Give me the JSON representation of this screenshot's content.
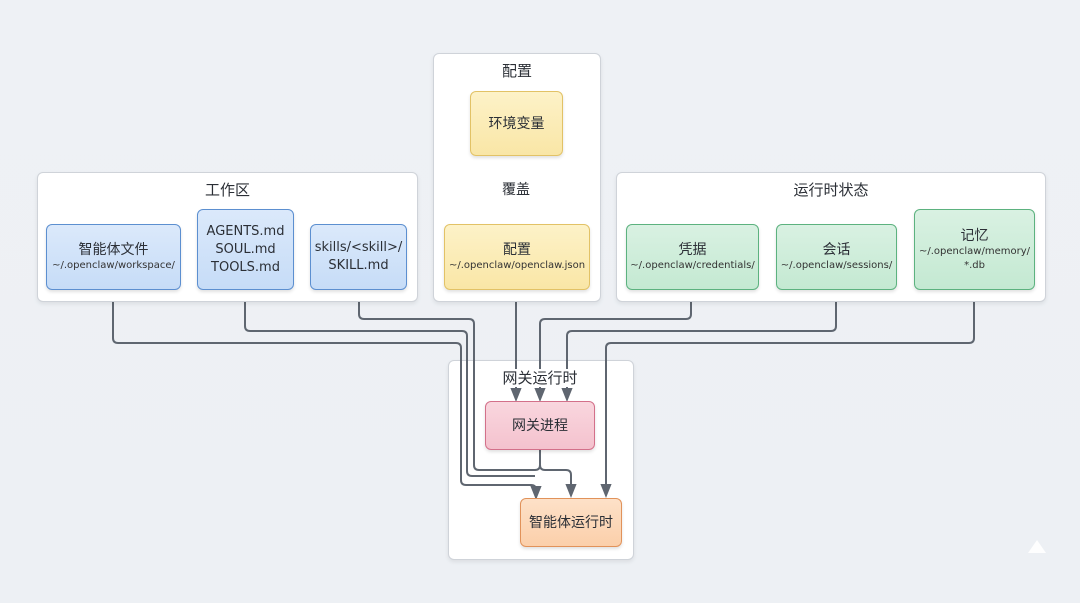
{
  "groups": {
    "workspace": {
      "title": "工作区",
      "nodes": [
        {
          "title": "智能体文件",
          "subtitle": "~/.openclaw/workspace/"
        },
        {
          "lines": [
            "AGENTS.md",
            "SOUL.md",
            "TOOLS.md"
          ]
        },
        {
          "lines": [
            "skills/<skill>/",
            "SKILL.md"
          ]
        }
      ]
    },
    "config": {
      "title": "配置",
      "nodes": [
        {
          "title": "环境变量"
        },
        {
          "title": "配置",
          "subtitle": "~/.openclaw/openclaw.json"
        }
      ],
      "edge_label": "覆盖"
    },
    "runtime_state": {
      "title": "运行时状态",
      "nodes": [
        {
          "title": "凭据",
          "subtitle": "~/.openclaw/credentials/"
        },
        {
          "title": "会话",
          "subtitle": "~/.openclaw/sessions/"
        },
        {
          "title": "记忆",
          "subtitle_lines": [
            "~/.openclaw/memory/",
            "*.db"
          ]
        }
      ]
    },
    "gateway_runtime": {
      "title": "网关运行时",
      "nodes": [
        {
          "title": "网关进程"
        },
        {
          "title": "智能体运行时"
        }
      ]
    }
  },
  "edges": [
    {
      "from": "环境变量",
      "to": "配置",
      "label": "覆盖"
    },
    {
      "from": "配置",
      "to": "网关进程"
    },
    {
      "from": "凭据",
      "to": "网关进程"
    },
    {
      "from": "会话",
      "to": "网关进程"
    },
    {
      "from": "网关进程",
      "to": "智能体运行时"
    },
    {
      "from": "智能体文件",
      "to": "智能体运行时"
    },
    {
      "from": "AGENTS.md / SOUL.md / TOOLS.md",
      "to": "智能体运行时"
    },
    {
      "from": "skills/<skill>/SKILL.md",
      "to": "智能体运行时"
    },
    {
      "from": "记忆",
      "to": "智能体运行时"
    }
  ],
  "colors": {
    "workspace": "#5c8fd0",
    "config": "#e2c266",
    "runtime_state": "#5cb27f",
    "gateway_process": "#d3708a",
    "agent_runtime": "#e1925a",
    "connector": "#5f6670"
  }
}
